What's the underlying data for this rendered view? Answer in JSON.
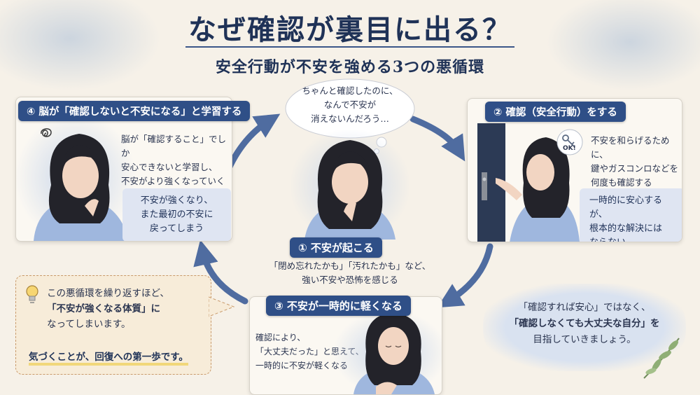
{
  "title": "なぜ確認が裏目に出る？",
  "subtitle": "安全行動が不安を強める3つの悪循環",
  "thought_bubble": [
    "ちゃんと確認したのに、",
    "なんで不安が",
    "消えないんだろう…"
  ],
  "step1": {
    "label": "① 不安が起こる",
    "desc": [
      "「閉め忘れたかも」「汚れたかも」など、",
      "強い不安や恐怖を感じる"
    ]
  },
  "step2": {
    "label": "② 確認（安全行動）をする",
    "ok_badge": "OK!",
    "desc": [
      "不安を和らげるために、",
      "鍵やガスコンロなどを",
      "何度も確認する"
    ],
    "highlight": [
      "一時的に安心するが、",
      "根本的な解決には",
      "ならない"
    ]
  },
  "step3": {
    "label": "③ 不安が一時的に軽くなる",
    "desc": [
      "確認により、",
      "「大丈夫だった」と思えて、",
      "一時的に不安が軽くなる"
    ]
  },
  "step4": {
    "label": "④ 脳が「確認しないと不安になる」と学習する",
    "desc": [
      "脳が「確認すること」でしか",
      "安心できないと学習し、",
      "不安がより強くなっていく"
    ],
    "highlight": [
      "不安が強くなり、",
      "また最初の不安に",
      "戻ってしまう"
    ]
  },
  "note": {
    "lines": [
      "この悪循環を繰り返すほど、",
      "「不安が強くなる体質」に",
      "なってしまいます。"
    ],
    "emphasis": "気づくことが、回復への第一歩です。"
  },
  "goal": {
    "lines": [
      "「確認すれば安心」ではなく、",
      "「確認しなくても大丈夫な自分」を",
      "目指していきましょう。"
    ]
  },
  "colors": {
    "navy": "#2f4f87",
    "background": "#f6f1e8",
    "highlight": "#dfe5f2"
  },
  "icons": {
    "note": "lightbulb-icon",
    "worry": "scribble-icon",
    "key": "key-icon",
    "decor": "leaf-icon"
  }
}
